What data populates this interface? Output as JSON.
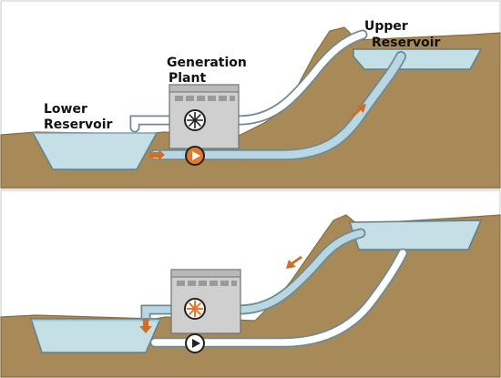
{
  "labels": {
    "upper_line1": "Upper",
    "upper_line2": "Reservoir",
    "plant_line1": "Generation",
    "plant_line2": "Plant",
    "lower_line1": "Lower",
    "lower_line2": "Reservoir"
  },
  "colors": {
    "earth": "#a88a58",
    "earth_edge": "#8a6d3f",
    "water": "#c5dfe7",
    "water_edge": "#5e7f8c",
    "pipe": "#ffffff",
    "pipe_outline": "#6e8a93",
    "pipe_water": "#b9d7e2",
    "plant": "#cfcfcf",
    "pump_active": "#e07a2a",
    "flow_arrow": "#d06d2a"
  },
  "icons": {
    "turbine": "turbine-icon",
    "pump": "pump-icon",
    "flow": "flow-arrow-icon"
  }
}
